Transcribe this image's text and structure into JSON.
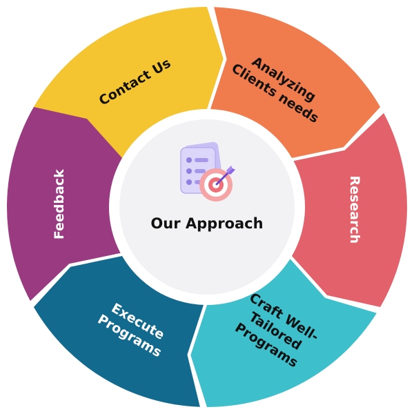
{
  "center": {
    "title": "Our Approach",
    "icon": "plan-target-icon",
    "bg_color": "#f2f2f4"
  },
  "segments": [
    {
      "label_lines": [
        "Contact Us"
      ],
      "color": "#f5c431",
      "text_color": "#111111"
    },
    {
      "label_lines": [
        "Analyzing",
        "Clients needs"
      ],
      "color": "#f07b4d",
      "text_color": "#111111"
    },
    {
      "label_lines": [
        "Research"
      ],
      "color": "#e2616a",
      "text_color": "#ffffff"
    },
    {
      "label_lines": [
        "Craft Well-",
        "Tailored",
        "Programs"
      ],
      "color": "#3dbfcc",
      "text_color": "#111111"
    },
    {
      "label_lines": [
        "Execute",
        "Programs"
      ],
      "color": "#136a8f",
      "text_color": "#ffffff"
    },
    {
      "label_lines": [
        "Feedback"
      ],
      "color": "#9a3a80",
      "text_color": "#ffffff"
    }
  ]
}
